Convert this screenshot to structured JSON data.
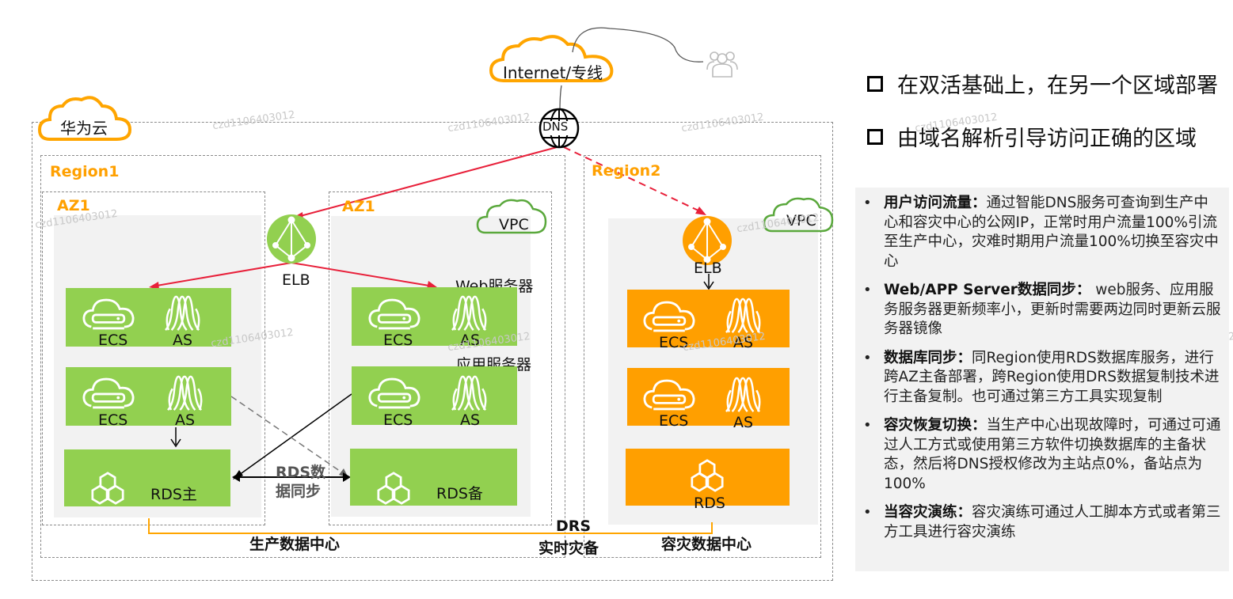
{
  "diagram": {
    "internet_label": "Internet/专线",
    "dns_label": "DNS",
    "cloud_label": "华为云",
    "users_icon": "users-icon",
    "region1": {
      "title": "Region1",
      "az_left": {
        "title": "AZ1",
        "web_box": {
          "ecs": "ECS",
          "as": "AS"
        },
        "app_box": {
          "ecs": "ECS",
          "as": "AS"
        },
        "rds_box": {
          "label": "RDS主"
        }
      },
      "elb_label": "ELB",
      "az_right": {
        "title": "AZ1",
        "vpc_label": "VPC",
        "web_server_label": "Web服务器",
        "app_server_label": "应用服务器",
        "web_box": {
          "ecs": "ECS",
          "as": "AS"
        },
        "app_box": {
          "ecs": "ECS",
          "as": "AS"
        },
        "rds_box": {
          "label": "RDS备"
        }
      },
      "rds_sync_label_line1": "RDS数",
      "rds_sync_label_line2": "据同步",
      "dc_label": "生产数据中心"
    },
    "region2": {
      "title": "Region2",
      "vpc_label": "VPC",
      "elb_label": "ELB",
      "web_box": {
        "ecs": "ECS",
        "as": "AS"
      },
      "app_box": {
        "ecs": "ECS",
        "as": "AS"
      },
      "rds_box": {
        "label": "RDS"
      },
      "dc_label": "容灾数据中心"
    },
    "drs_label_line1": "DRS",
    "drs_label_line2": "实时灾备",
    "colors": {
      "green": "#92d050",
      "orange": "#ff9f00",
      "arrow_red": "#e8203a",
      "region_title": "#ffa000",
      "vpc_green": "#5aa83c"
    },
    "watermark": "czd1106403012"
  },
  "summary": {
    "points": [
      "在双活基础上，在另一个区域部署",
      "由域名解析引导访问正确的区域"
    ]
  },
  "details": [
    {
      "title": "用户访问流量：",
      "text": "通过智能DNS服务可查询到生产中心和容灾中心的公网IP，正常时用户流量100%引流至生产中心，灾难时期用户流量100%切换至容灾中心"
    },
    {
      "title": "Web/APP Server数据同步：",
      "text": " web服务、应用服务服务器更新频率小，更新时需要两边同时更新云服务器镜像"
    },
    {
      "title": "数据库同步：",
      "text": "同Region使用RDS数据库服务，进行跨AZ主备部署，跨Region使用DRS数据复制技术进行主备复制。也可通过第三方工具实现复制"
    },
    {
      "title": "容灾恢复切换：",
      "text": "当生产中心出现故障时，可通过可通过人工方式或使用第三方软件切换数据库的主备状态，然后将DNS授权修改为主站点0%，备站点为100%"
    },
    {
      "title": "当容灾演练：",
      "text": "容灾演练可通过人工脚本方式或者第三方工具进行容灾演练"
    }
  ]
}
